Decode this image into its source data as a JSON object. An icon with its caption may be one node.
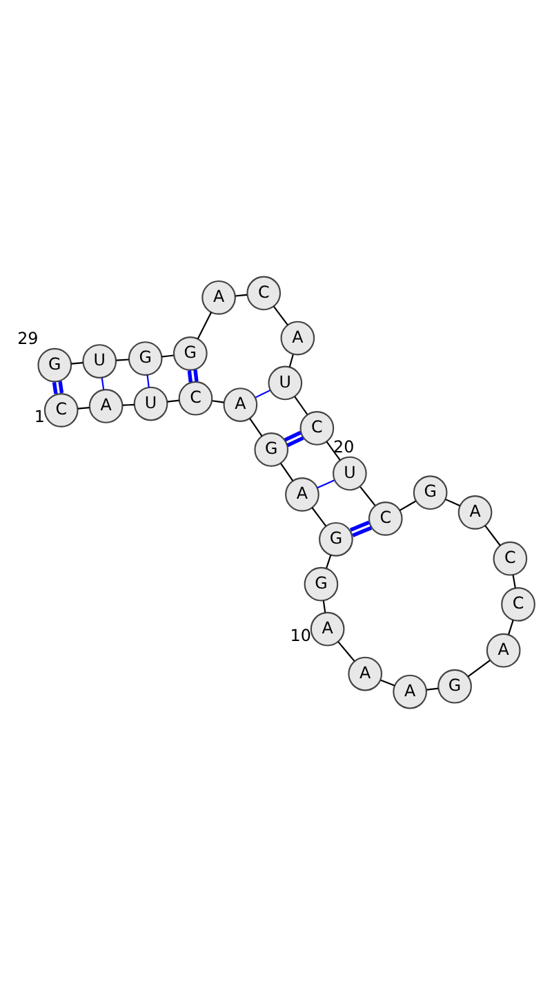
{
  "diagram": {
    "nodes": [
      {
        "text": [
          "C"
        ],
        "beside": [
          "1"
        ]
      },
      {
        "text": [
          "A"
        ]
      },
      {
        "text": [
          "U"
        ]
      },
      {
        "text": [
          "C"
        ]
      },
      {
        "text": [
          "A"
        ]
      },
      {
        "text": [
          "G"
        ]
      },
      {
        "text": [
          "A"
        ]
      },
      {
        "text": [
          "G"
        ]
      },
      {
        "text": [
          "G"
        ]
      },
      {
        "text": [
          "A"
        ],
        "beside": [
          "10"
        ]
      },
      {
        "text": [
          "A"
        ]
      },
      {
        "text": [
          "A"
        ]
      },
      {
        "text": [
          "G"
        ]
      },
      {
        "text": [
          "A"
        ]
      },
      {
        "text": [
          "C"
        ]
      },
      {
        "text": [
          "C"
        ]
      },
      {
        "text": [
          "A"
        ]
      },
      {
        "text": [
          "G"
        ]
      },
      {
        "text": [
          "C"
        ]
      },
      {
        "text": [
          "U"
        ],
        "beside": [
          "20"
        ]
      },
      {
        "text": [
          "C"
        ]
      },
      {
        "text": [
          "U"
        ]
      },
      {
        "text": [
          "A"
        ]
      },
      {
        "text": [
          "C"
        ]
      },
      {
        "text": [
          "A"
        ]
      },
      {
        "text": [
          "G"
        ]
      },
      {
        "text": [
          "G"
        ]
      },
      {
        "text": [
          "U"
        ]
      },
      {
        "text": [
          "G"
        ],
        "beside": [
          "29"
        ]
      }
    ],
    "edges": [
      {
        "from": 0,
        "to": 1,
        "arrow": "none"
      },
      {
        "from": 1,
        "to": 2,
        "arrow": "none"
      },
      {
        "from": 2,
        "to": 3,
        "arrow": "none"
      },
      {
        "from": 3,
        "to": 4,
        "arrow": "none"
      },
      {
        "from": 4,
        "to": 5,
        "arrow": "none"
      },
      {
        "from": 5,
        "to": 6,
        "arrow": "none"
      },
      {
        "from": 6,
        "to": 7,
        "arrow": "none"
      },
      {
        "from": 7,
        "to": 8,
        "arrow": "none"
      },
      {
        "from": 8,
        "to": 9,
        "arrow": "none"
      },
      {
        "from": 9,
        "to": 10,
        "arrow": "none"
      },
      {
        "from": 10,
        "to": 11,
        "arrow": "none"
      },
      {
        "from": 11,
        "to": 12,
        "arrow": "none"
      },
      {
        "from": 12,
        "to": 13,
        "arrow": "none"
      },
      {
        "from": 13,
        "to": 14,
        "arrow": "none"
      },
      {
        "from": 14,
        "to": 15,
        "arrow": "none"
      },
      {
        "from": 15,
        "to": 16,
        "arrow": "none"
      },
      {
        "from": 16,
        "to": 17,
        "arrow": "none"
      },
      {
        "from": 17,
        "to": 18,
        "arrow": "none"
      },
      {
        "from": 18,
        "to": 19,
        "arrow": "none"
      },
      {
        "from": 19,
        "to": 20,
        "arrow": "none"
      },
      {
        "from": 20,
        "to": 21,
        "arrow": "none"
      },
      {
        "from": 21,
        "to": 22,
        "arrow": "none"
      },
      {
        "from": 22,
        "to": 23,
        "arrow": "none"
      },
      {
        "from": 23,
        "to": 24,
        "arrow": "none"
      },
      {
        "from": 24,
        "to": 25,
        "arrow": "none"
      },
      {
        "from": 25,
        "to": 26,
        "arrow": "none"
      },
      {
        "from": 26,
        "to": 27,
        "arrow": "none"
      },
      {
        "from": 27,
        "to": 28,
        "arrow": "none"
      },
      {
        "from": 0,
        "to": 28,
        "arrow": "none",
        "style": "thick",
        "color": "#0000ff"
      },
      {
        "from": 1,
        "to": 27,
        "arrow": "none",
        "color": "#0000ff"
      },
      {
        "from": 2,
        "to": 26,
        "arrow": "none",
        "color": "#0000ff"
      },
      {
        "from": 3,
        "to": 25,
        "arrow": "none",
        "style": "thick",
        "color": "#0000ff"
      },
      {
        "from": 4,
        "to": 21,
        "arrow": "none",
        "color": "#0000ff"
      },
      {
        "from": 5,
        "to": 20,
        "arrow": "none",
        "style": "thick",
        "color": "#0000ff"
      },
      {
        "from": 6,
        "to": 19,
        "arrow": "none",
        "color": "#0000ff"
      },
      {
        "from": 7,
        "to": 18,
        "arrow": "none",
        "style": "thick",
        "color": "#0000ff"
      }
    ]
  }
}
